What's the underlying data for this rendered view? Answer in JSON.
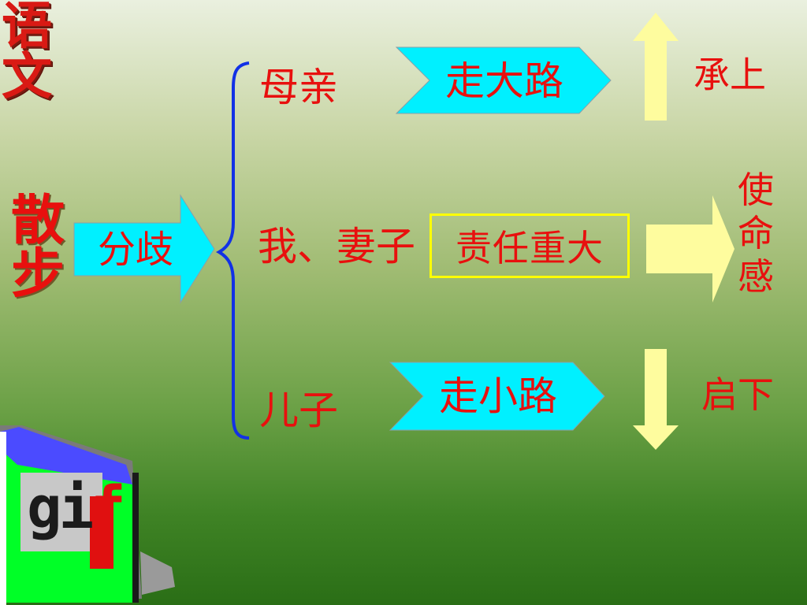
{
  "slide": {
    "title_vertical": "语文",
    "subject_vertical": "散步",
    "branch_arrow": "分歧",
    "people": {
      "mother": "母亲",
      "me_wife": "我、妻子",
      "son": "儿子"
    },
    "paths": {
      "big_road": "走大路",
      "small_road": "走小路"
    },
    "responsibility": "责任重大",
    "right_labels": {
      "up": "承上",
      "mission": "使命感",
      "down": "启下"
    },
    "gif_badge": "gif"
  },
  "colors": {
    "red_text": "#e8100e",
    "cyan_arrow": "#00f0ff",
    "pale_yellow": "#fefc9e",
    "brace_blue": "#1231e6",
    "box_yellow": "#ffff00"
  }
}
